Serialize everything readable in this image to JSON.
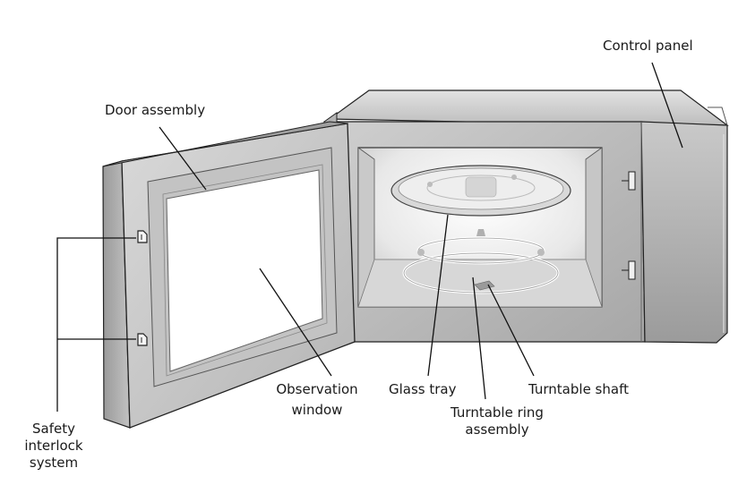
{
  "labels": {
    "control_panel": "Control panel",
    "door_assembly": "Door assembly",
    "observation_window_line1": "Observation",
    "observation_window_line2": "window",
    "glass_tray": "Glass tray",
    "turntable_shaft": "Turntable shaft",
    "turntable_ring_line1": "Turntable ring",
    "turntable_ring_line2": "assembly",
    "safety_line1": "Safety",
    "safety_line2": "interlock",
    "safety_line3": "system"
  },
  "colors": {
    "outline": "#222222",
    "leader": "#111111",
    "body_light": "#d4d4d4",
    "body_mid": "#b9b9b9",
    "body_dark": "#8f8f8f",
    "cavity_light": "#f2f2f2",
    "door_frame": "#c8c8c8",
    "window": "#ffffff"
  }
}
